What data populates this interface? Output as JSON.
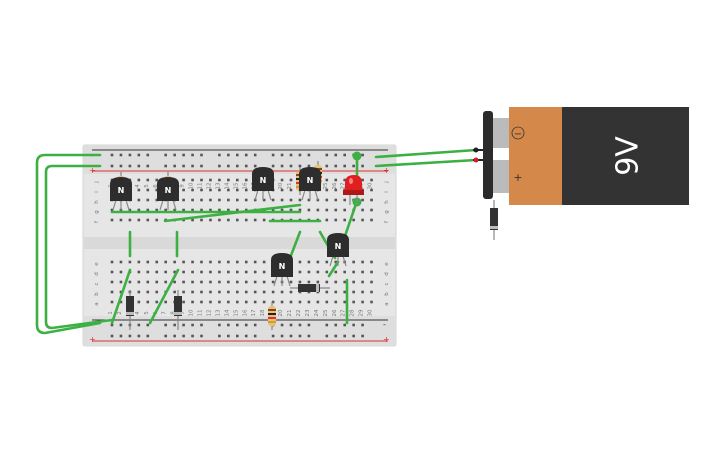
{
  "battery": {
    "voltage_label": "9V",
    "minus_symbol": "−",
    "plus_symbol": "+",
    "body_color": "#333333",
    "cap_color": "#d4894a"
  },
  "breadboard": {
    "top_row_letters": [
      "j",
      "i",
      "h",
      "g",
      "f"
    ],
    "bottom_row_letters": [
      "e",
      "d",
      "c",
      "b",
      "a"
    ],
    "rail_plus": "+",
    "rail_minus": "-",
    "column_count": 30,
    "column_numbers": [
      "1",
      "2",
      "3",
      "4",
      "5",
      "6",
      "7",
      "8",
      "9",
      "10",
      "11",
      "12",
      "13",
      "14",
      "15",
      "16",
      "17",
      "18",
      "19",
      "20",
      "21",
      "22",
      "23",
      "24",
      "25",
      "26",
      "27",
      "28",
      "29",
      "30"
    ]
  },
  "transistor_label": "N",
  "colors": {
    "wire": "#3cb043",
    "led": "#e02020",
    "board": "#e6e6e6"
  }
}
